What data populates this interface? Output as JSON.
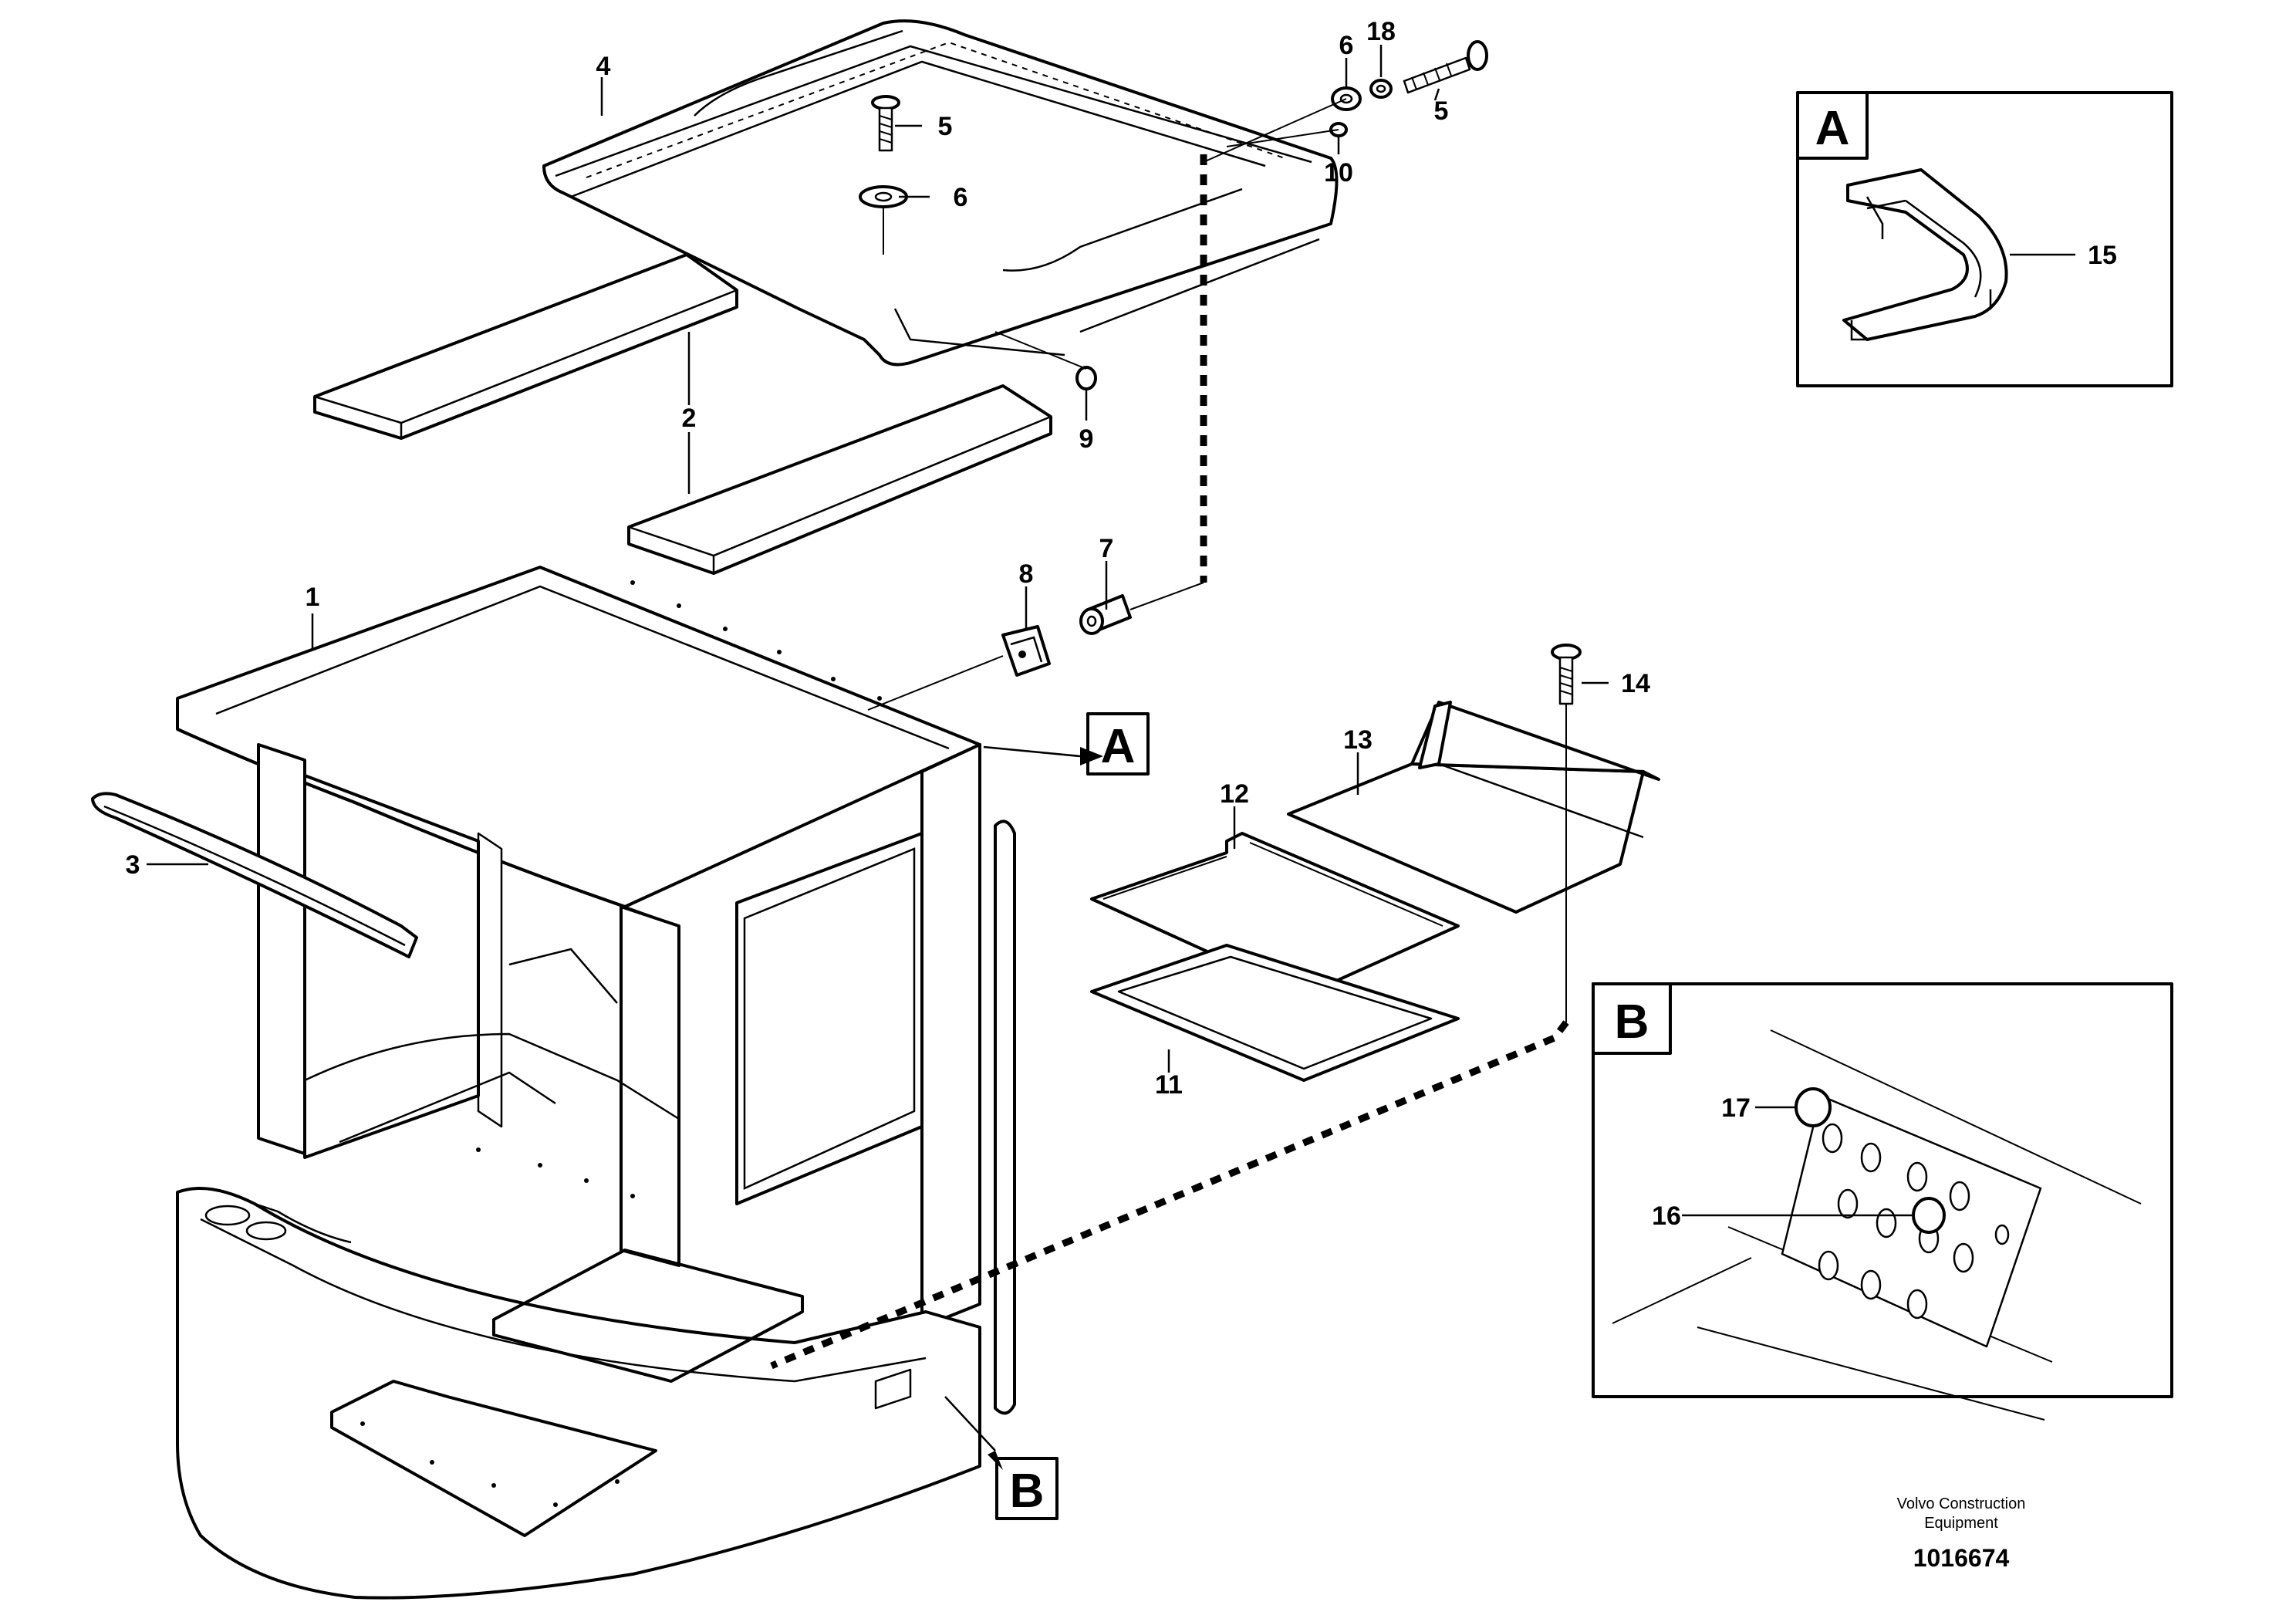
{
  "diagram": {
    "part_numbers": [
      "1",
      "2",
      "3",
      "4",
      "5",
      "6",
      "7",
      "8",
      "9",
      "10",
      "11",
      "12",
      "13",
      "14",
      "15",
      "16",
      "17",
      "18"
    ],
    "label_5_upper": "5",
    "label_6_upper": "6",
    "detail_a": "A",
    "detail_b": "B",
    "footer": {
      "line1": "Volvo Construction",
      "line2": "Equipment",
      "number": "1016674"
    }
  }
}
